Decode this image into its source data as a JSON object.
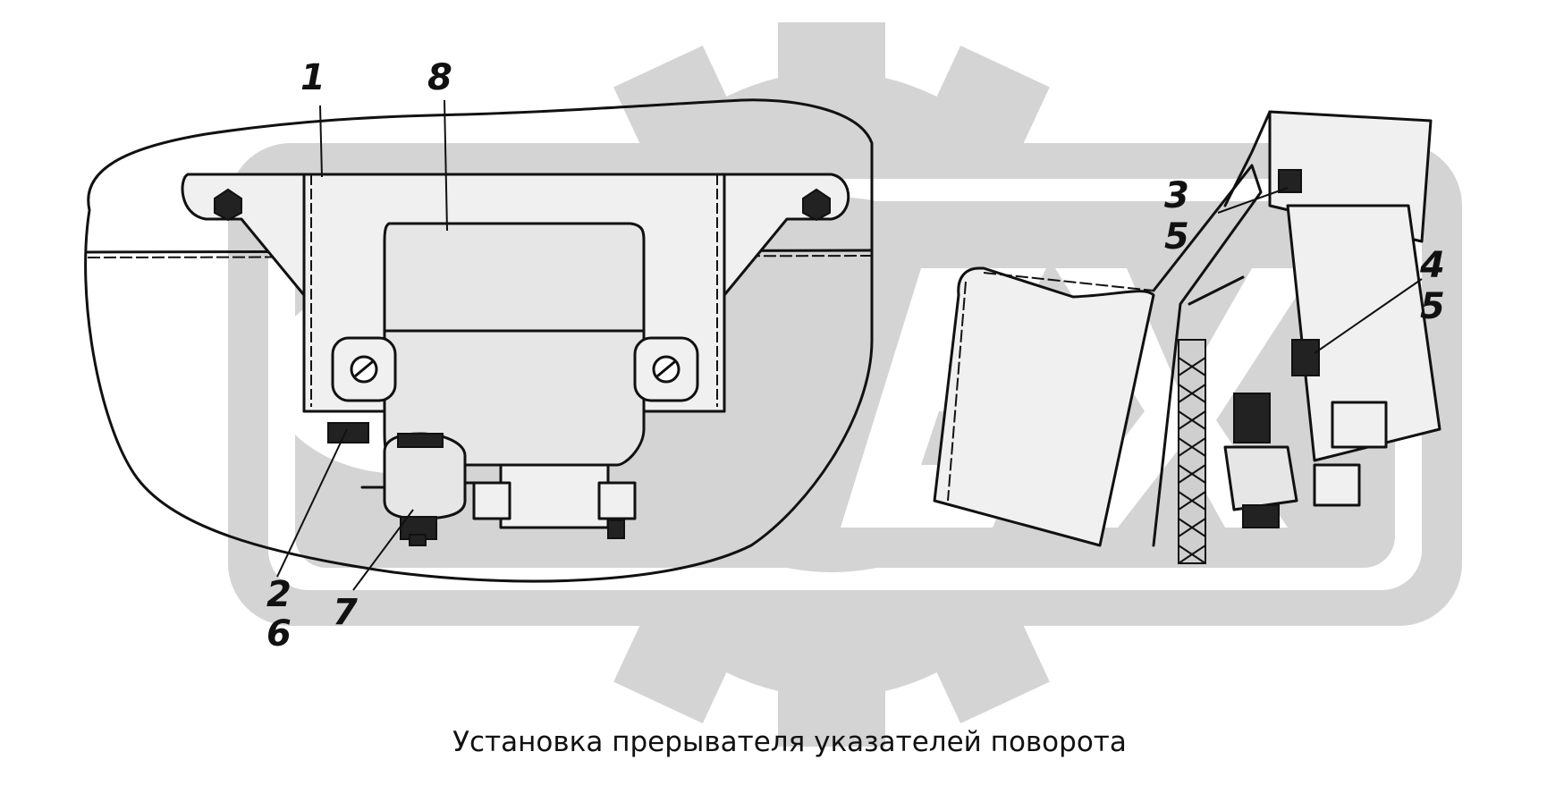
{
  "caption": "Установка прерывателя указателей поворота",
  "callouts": {
    "c1": "1",
    "c8": "8",
    "c2": "2",
    "c6": "6",
    "c7": "7",
    "c3": "3",
    "c5a": "5",
    "c4": "4",
    "c5b": "5"
  }
}
